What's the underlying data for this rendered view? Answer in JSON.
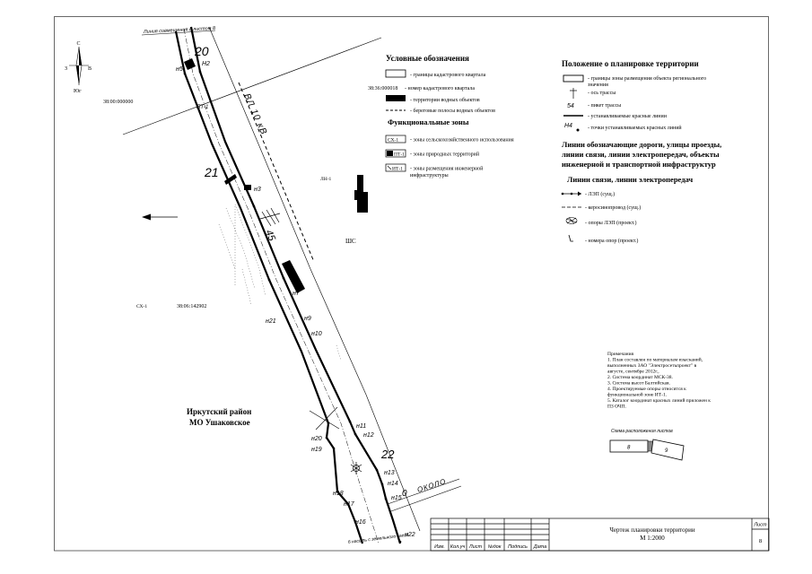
{
  "sheet_join_label": "Линия совмещения с листом 8",
  "compass": {
    "north": "С",
    "west": "З",
    "east": "В",
    "south": "Юг"
  },
  "map": {
    "cadastral_top": "38:00:000000",
    "cadastral_main": "38:06:142902",
    "zone_sx": "СХ-1",
    "zone_ln": "ЛН-1",
    "zone_pt": "ПТ-1",
    "substation": "ШС",
    "power_line": "ВЛ 10 кВ",
    "road": "ОКОЛО",
    "district": [
      "Иркутский район",
      "МО Ушаковское"
    ],
    "bottom_note": "б насыпь с земельного заезд",
    "pickets": [
      "20",
      "21",
      "45",
      "22",
      "0"
    ],
    "points": [
      "н5",
      "Н2",
      "н3",
      "н7",
      "н9",
      "н10",
      "н21",
      "н11",
      "н12",
      "н20",
      "н19",
      "н13",
      "н14",
      "н15",
      "н18",
      "н17",
      "н16",
      "н22"
    ]
  },
  "legend": {
    "title": "Условные обозначения",
    "items": [
      {
        "text": "- границы кадастрового квартала"
      },
      {
        "code": "38:36:000018",
        "text": "- номер кадастрового квартала"
      },
      {
        "text": "- территории водных объектов"
      },
      {
        "text": "- береговые полосы водных объектов"
      }
    ],
    "zones_title": "Функциональные зоны",
    "zones": [
      {
        "code": "СХ-1",
        "text": [
          "- зоны сельскохозяйственного использования"
        ]
      },
      {
        "code": "ПТ-1",
        "text": [
          "- зоны природных территорий"
        ]
      },
      {
        "code": "ИТ-1",
        "text": [
          "- зоны размещения инженерной",
          "инфраструктуры"
        ]
      }
    ]
  },
  "regulation": {
    "title": "Положение о планировке территории",
    "items": [
      {
        "text": [
          "- границы зоны размещения объекта регионального",
          "значения"
        ]
      },
      {
        "text": [
          "- ось трассы"
        ]
      },
      {
        "code": "54",
        "text": [
          "- пикет трассы"
        ]
      },
      {
        "text": [
          "- устанавливаемые красные линии"
        ]
      },
      {
        "code": "Н4",
        "text": [
          "- точки устанавливаемых красных линий"
        ]
      }
    ],
    "infrastructure_title": [
      "Линии обозначающие дороги, улицы проезды,",
      "линии связи, линии электропередач, объекты",
      "инженерной и транспортной инфраструктур"
    ],
    "power_title": "Линии связи, линии электропередач",
    "power_items": [
      "- ЛЭП (сущ.)",
      "- керосинопровод (сущ.)",
      "- опоры ЛЭП (проект.)",
      "- номера опор (проект.)"
    ]
  },
  "notes": {
    "title": "Примечания",
    "lines": [
      "1. План составлен по материалам изысканий,",
      "выполненных ЗАО \"Электросетьпроект\" в",
      "августе, сентябре 2012г.,",
      "2. Система координат МСК-38.",
      "3. Система высот Балтийская.",
      "4. Проектируемые опоры относятся к",
      "функциональной зоне ИТ-1.",
      "5. Каталог координат красных линий приложен к",
      "ПЗ ОЧП."
    ]
  },
  "sheet_scheme": {
    "title": "Схема расположения листов",
    "sheets": [
      "8",
      "9"
    ]
  },
  "title_block": {
    "headers": [
      "Изм.",
      "Кол.уч",
      "Лист",
      "№док",
      "Подпись",
      "Дата"
    ],
    "title": "Чертеж планировки территории",
    "scale": "М 1:2000",
    "sheet_label": "Лист",
    "sheet_number": "8"
  }
}
